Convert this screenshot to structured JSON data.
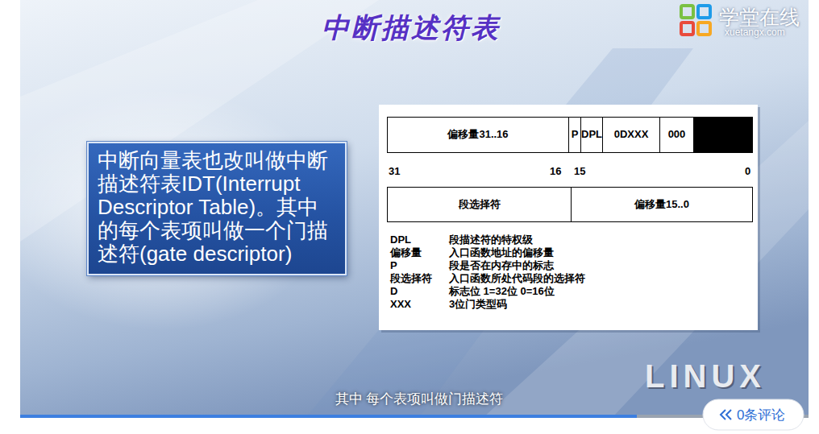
{
  "diagram": {
    "title": "中断描述符表",
    "nodes": [
      {
        "text": [
          "中断向量表也改叫做中断描述符表IDT(Interrupt Descriptor Table)。其中的每个表项叫做一个门描述符(gate descriptor)"
        ]
      },
      {
        "text": [
          "DPL",
          "段描述符的特权级",
          "偏移量",
          "入口函数地址的偏移量",
          "P",
          "段是否在内存中的标志",
          "段选择符",
          "入口函数所处代码段的选择符",
          "D",
          "标志位 1=32位 0=16位",
          "XXX",
          "3位门类型码"
        ]
      },
      {
        "text": [
          "偏移量31..16"
        ],
        "in": 1
      },
      {
        "text": [
          "P"
        ],
        "in": 1
      },
      {
        "text": [
          "DPL"
        ],
        "in": 1
      },
      {
        "text": [
          "0DXXX"
        ],
        "in": 1
      },
      {
        "text": [
          "000"
        ],
        "in": 1
      },
      {
        "text": [
          "段选择符"
        ],
        "in": 1
      },
      {
        "text": [
          "偏移量15..0"
        ],
        "in": 1
      },
      {
        "text": [
          "0条评论"
        ]
      }
    ],
    "labels": [
      "学堂在线",
      "xuetangx.com",
      "31",
      "16",
      "15",
      "0",
      "LINUX",
      "其中 每个表项叫做门描述符"
    ]
  }
}
